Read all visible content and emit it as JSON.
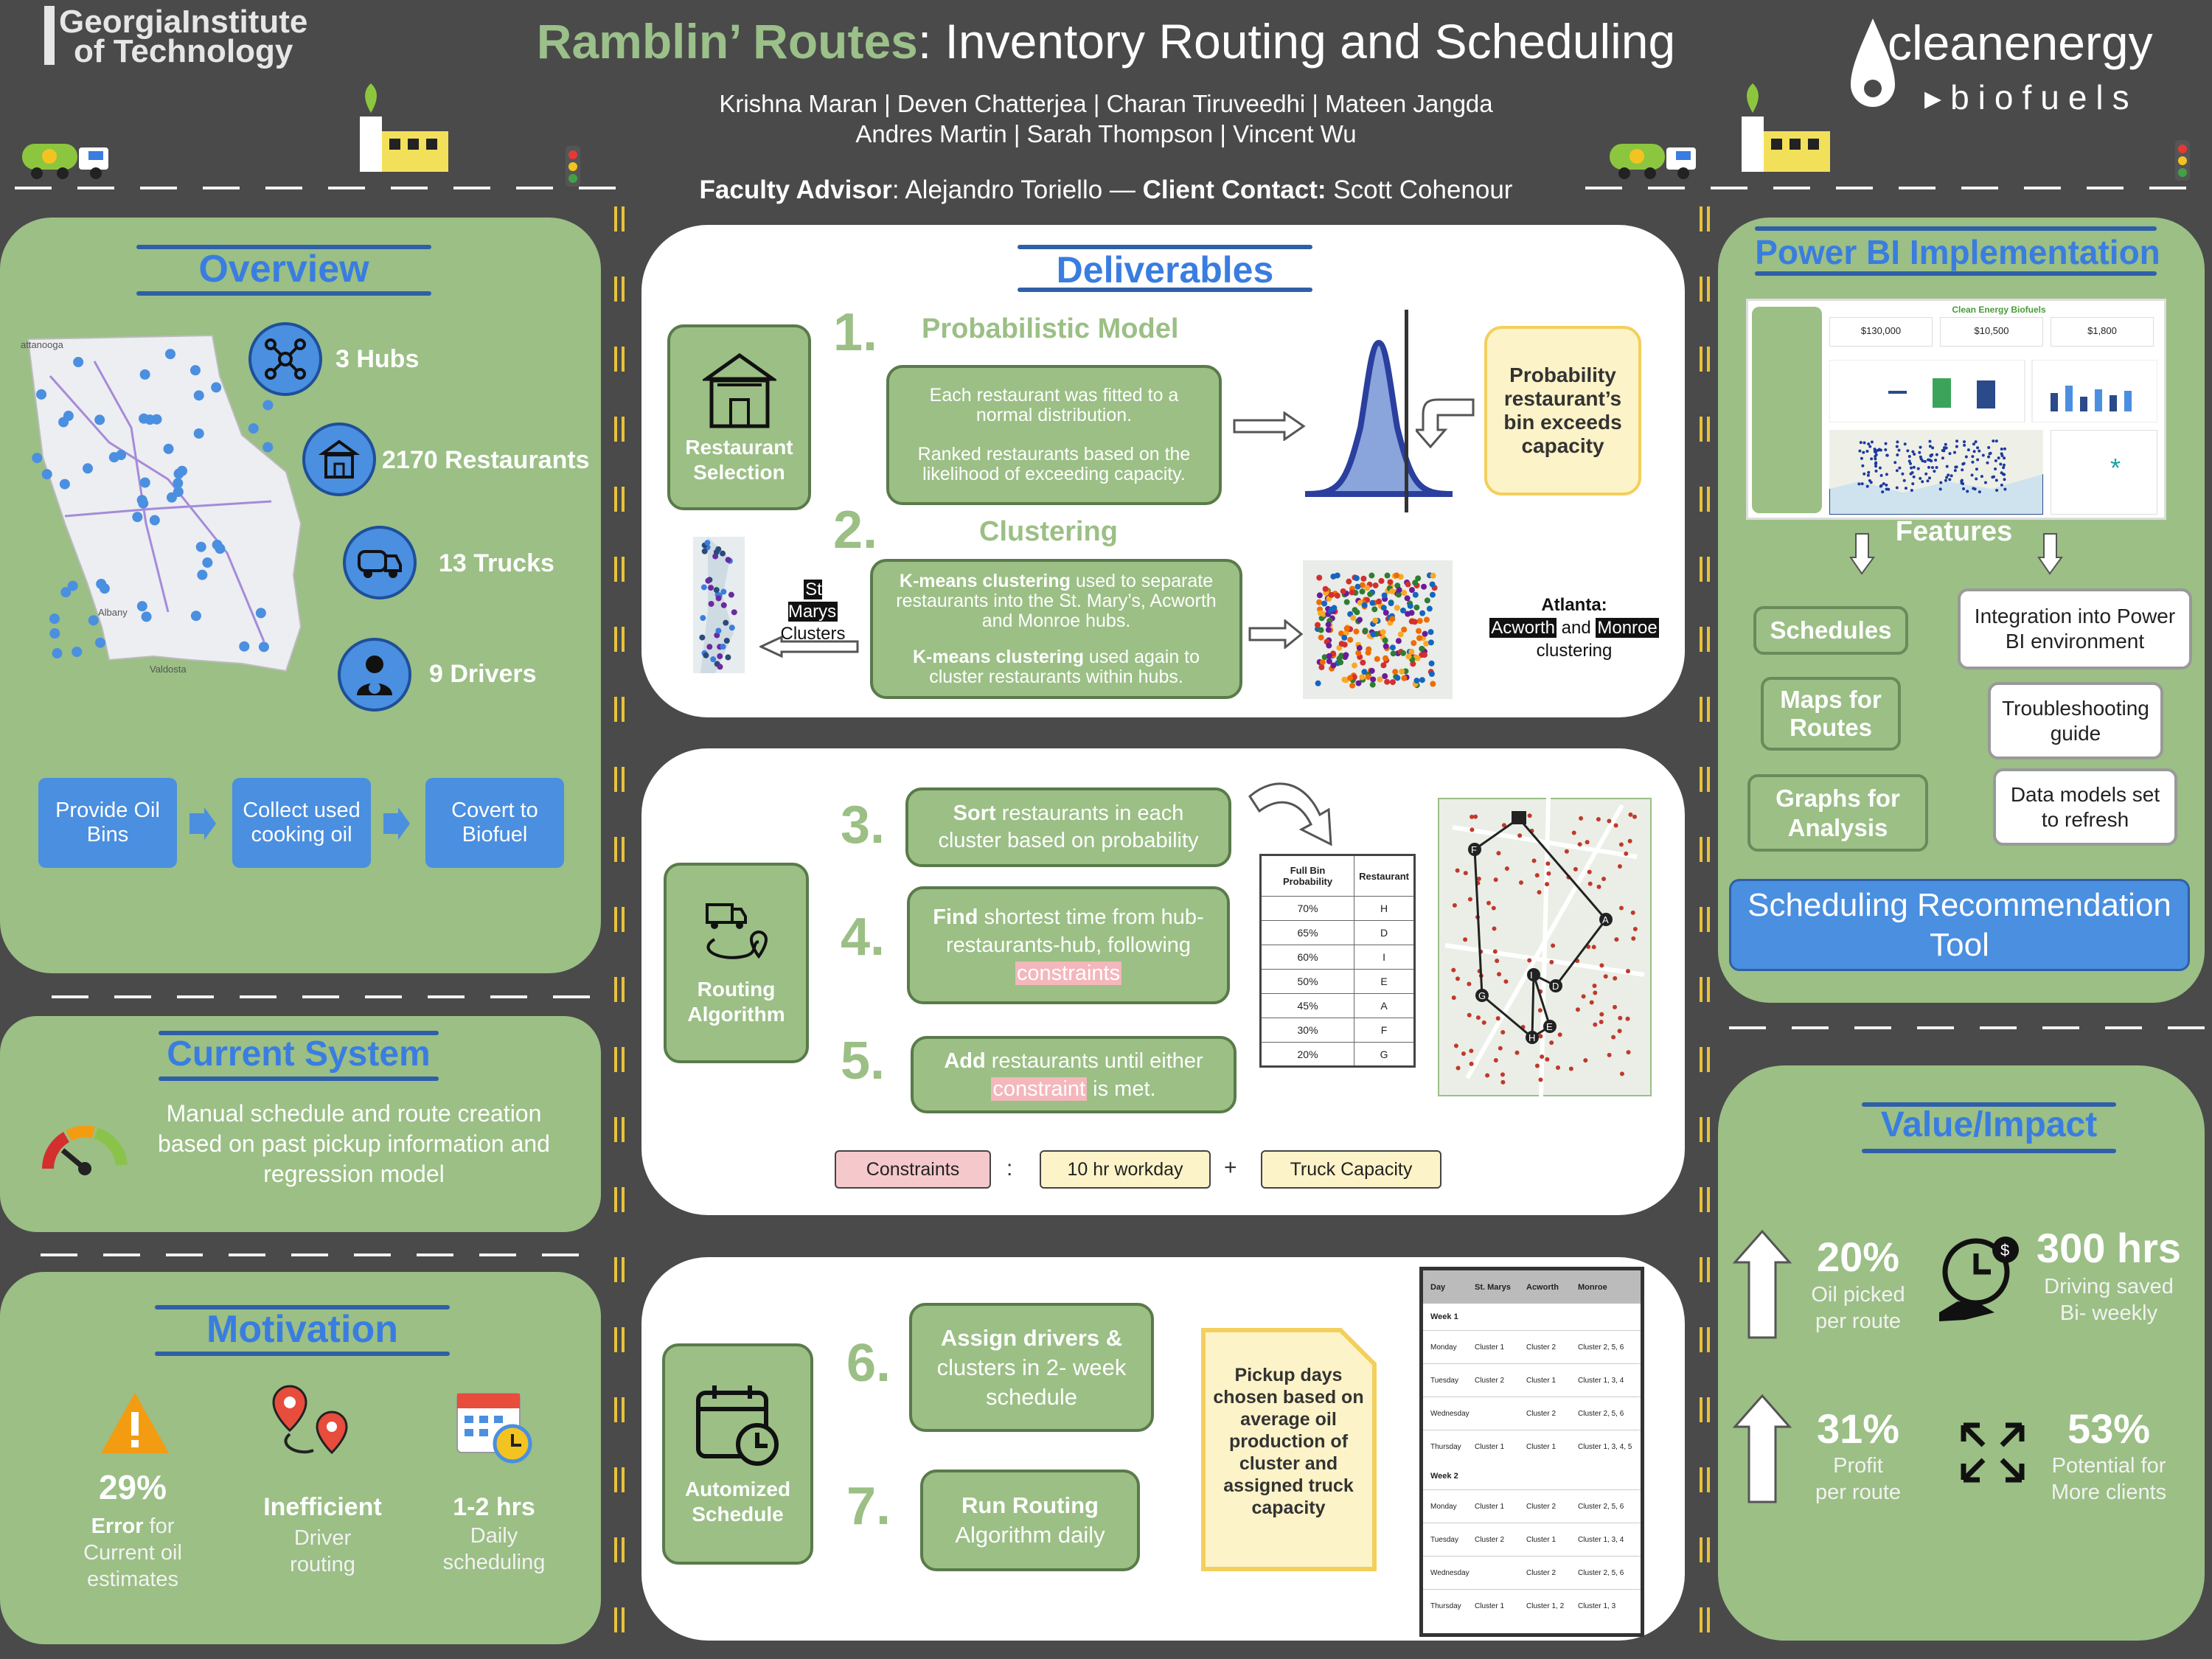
{
  "header": {
    "title_part1": "Ramblin’ Routes",
    "title_part2": ": Inventory Routing and Scheduling",
    "authors_line1": "Krishna Maran | Deven Chatterjea | Charan Tiruveedhi | Mateen Jangda",
    "authors_line2": "Andres Martin | Sarah Thompson | Vincent Wu",
    "advisor_label": "Faculty Advisor",
    "advisor_name": ": Alejandro Toriello  —  ",
    "client_label": "Client Contact:",
    "client_name": " Scott Cohenour"
  },
  "logos": {
    "gt_line1": "GeorgiaInstitute",
    "gt_line2": "of Technology",
    "ce_main": "cleanenergy",
    "ce_sub": "▸biofuels"
  },
  "overview": {
    "title": "Overview",
    "stats": [
      "3 Hubs",
      "2170 Restaurants",
      "13 Trucks",
      "9 Drivers"
    ],
    "flow": [
      "Provide Oil Bins",
      "Collect used cooking oil",
      "Covert to Biofuel"
    ],
    "map_labels": [
      "attanooga",
      "Albany",
      "Valdosta"
    ]
  },
  "current_system": {
    "title": "Current System",
    "text": "Manual schedule and route creation based on past pickup information and regression model"
  },
  "motivation": {
    "title": "Motivation",
    "items": [
      {
        "big": "29%",
        "l1": "Error",
        "l1b": " for",
        "l2": "Current oil",
        "l3": "estimates"
      },
      {
        "big": "Inefficient",
        "l1": "Driver",
        "l2": "routing"
      },
      {
        "big": "1-2 hrs",
        "l1": "Daily",
        "l2": "scheduling"
      }
    ]
  },
  "deliverables": {
    "title": "Deliverables",
    "side_label": "Restaurant Selection",
    "step1_num": "1.",
    "step1_title": "Probabilistic Model",
    "step1_text_a": "Each restaurant was fitted to a normal distribution.",
    "step1_text_b": "Ranked restaurants based on the likelihood of exceeding capacity.",
    "prob_box": "Probability restaurant’s bin exceeds capacity",
    "step2_num": "2.",
    "step2_title": "Clustering",
    "step2_text_a1": "K-means clustering",
    "step2_text_a2": " used to separate restaurants into the St. Mary’s, Acworth and Monroe hubs.",
    "step2_text_b1": "K-means clustering",
    "step2_text_b2": " used again to cluster restaurants within hubs.",
    "stmarys_l1": "St Marys",
    "stmarys_l2": "Clusters",
    "atl_l1": "Atlanta:",
    "atl_acworth": "Acworth",
    "atl_and": " and ",
    "atl_monroe": "Monroe",
    "atl_l3": "clustering"
  },
  "routing": {
    "side_label": "Routing Algorithm",
    "steps": [
      {
        "num": "3.",
        "b": "Sort",
        "t": " restaurants in each cluster based on probability"
      },
      {
        "num": "4.",
        "b": "Find",
        "t": " shortest time from hub-restaurants-hub, following ",
        "h": "constraints"
      },
      {
        "num": "5.",
        "b": "Add",
        "t": " restaurants until either ",
        "h": "constraint",
        "t2": " is met."
      }
    ],
    "table_headers": [
      "Full Bin Probability",
      "Restaurant"
    ],
    "table_rows": [
      [
        "70%",
        "H"
      ],
      [
        "65%",
        "D"
      ],
      [
        "60%",
        "I"
      ],
      [
        "50%",
        "E"
      ],
      [
        "45%",
        "A"
      ],
      [
        "30%",
        "F"
      ],
      [
        "20%",
        "G"
      ]
    ],
    "map_pins": [
      "F",
      "A",
      "G",
      "I",
      "D",
      "E",
      "H"
    ],
    "constraints_label": "Constraints",
    "colon": ":",
    "workday": "10 hr workday",
    "plus": "+",
    "capacity": "Truck Capacity"
  },
  "schedule": {
    "side_label": "Automized Schedule",
    "steps": [
      {
        "num": "6.",
        "b": "Assign drivers &",
        "t": "clusters in 2- week schedule"
      },
      {
        "num": "7.",
        "b": "Run Routing",
        "t": "Algorithm daily"
      }
    ],
    "note": "Pickup days chosen based on average oil production of cluster and assigned truck capacity",
    "table_headers": [
      "Day",
      "St. Marys",
      "Acworth",
      "Monroe"
    ],
    "week1": "Week 1",
    "week2": "Week 2",
    "rows_w1": [
      [
        "Monday",
        "Cluster 1",
        "Cluster 2",
        "Cluster 2, 5, 6"
      ],
      [
        "Tuesday",
        "Cluster 2",
        "Cluster 1",
        "Cluster 1, 3, 4"
      ],
      [
        "Wednesday",
        "",
        "Cluster 2",
        "Cluster 2, 5, 6"
      ],
      [
        "Thursday",
        "Cluster 1",
        "Cluster 1",
        "Cluster 1, 3, 4, 5"
      ]
    ],
    "rows_w2": [
      [
        "Monday",
        "Cluster 1",
        "Cluster 2",
        "Cluster 2, 5, 6"
      ],
      [
        "Tuesday",
        "Cluster 2",
        "Cluster 1",
        "Cluster 1, 3, 4"
      ],
      [
        "Wednesday",
        "",
        "Cluster 2",
        "Cluster 2, 5, 6"
      ],
      [
        "Thursday",
        "Cluster 1",
        "Cluster 1, 2",
        "Cluster 1, 3"
      ]
    ]
  },
  "powerbi": {
    "title": "Power BI Implementation",
    "dash_title": "Clean Energy Biofuels",
    "kpis": [
      "$130,000",
      "$10,500",
      "$1,800"
    ],
    "features_label": "Features",
    "features_left": [
      "Schedules",
      "Maps for Routes",
      "Graphs for Analysis"
    ],
    "features_right": [
      "Integration into Power BI environment",
      "Troubleshooting guide",
      "Data models set to refresh"
    ],
    "tool": "Scheduling Recommendation Tool"
  },
  "value": {
    "title": "Value/Impact",
    "items": [
      {
        "big": "20%",
        "l1": "Oil picked",
        "l2": "per route"
      },
      {
        "big": "300 hrs",
        "l1": "Driving saved",
        "l2": "Bi- weekly"
      },
      {
        "big": "31%",
        "l1": "Profit",
        "l2": "per route"
      },
      {
        "big": "53%",
        "l1": "Potential for",
        "l2": "More clients"
      }
    ]
  },
  "colors": {
    "panel_green": "#9bbf85",
    "header_blue": "#3a7de0",
    "background": "#4a4a4a",
    "yellow_note": "#fdf3c8"
  }
}
